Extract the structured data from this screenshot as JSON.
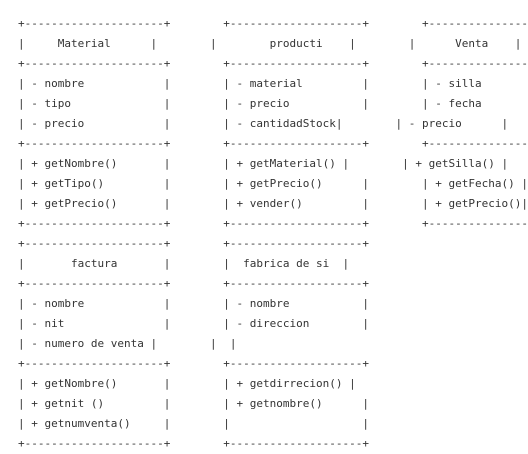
{
  "diagram": {
    "text_color": "#333333",
    "background": "#ffffff",
    "lines": [
      "+---------------------+        +--------------------+        +---------------+",
      "|     Material      |        |        producti    |        |      Venta    |",
      "+---------------------+        +--------------------+        +---------------+",
      "| - nombre            |        | - material         |        | - silla       |",
      "| - tipo              |        | - precio           |        | - fecha       |",
      "| - precio            |        | - cantidadStock|        | - precio      |",
      "+---------------------+        +--------------------+        +---------------+",
      "| + getNombre()       |        | + getMaterial() |        | + getSilla() |",
      "| + getTipo()         |        | + getPrecio()      |        | + getFecha() |",
      "| + getPrecio()       |        | + vender()         |        | + getPrecio()|",
      "+---------------------+        +--------------------+        +---------------+",
      "+---------------------+        +--------------------+",
      "|       factura       |        |  fabrica de si  |",
      "+---------------------+        +--------------------+",
      "| - nombre            |        | - nombre           |",
      "| - nit               |        | - direccion        |",
      "| - numero de venta |        |  |",
      "+---------------------+        +--------------------+",
      "| + getNombre()       |        | + getdirrecion() |",
      "| + getnit ()         |        | + getnombre()      |",
      "| + getnumventa()     |        |                    |",
      "+---------------------+        +--------------------+"
    ]
  }
}
